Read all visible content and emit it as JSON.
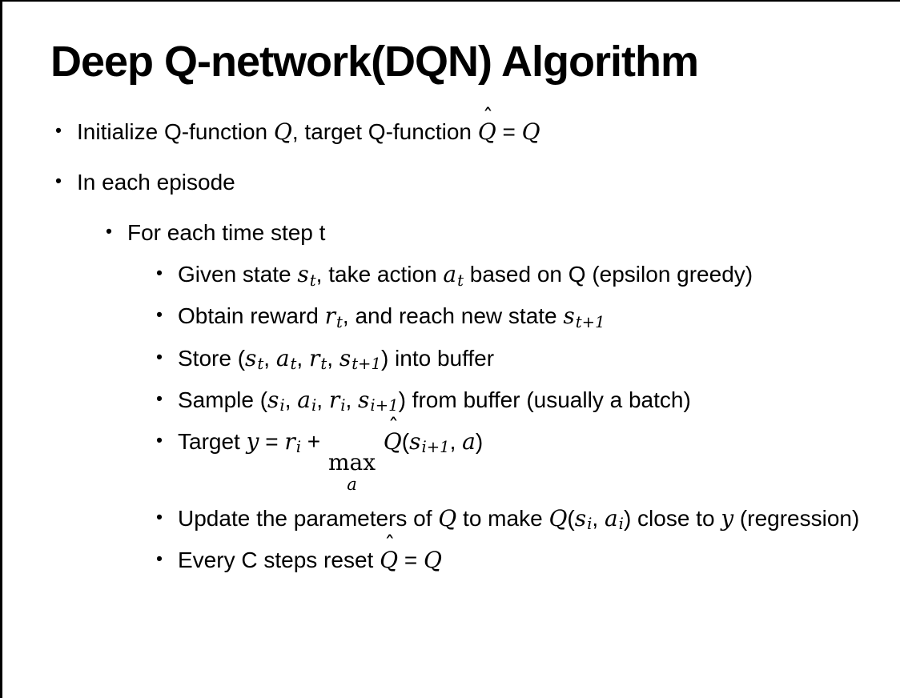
{
  "slide": {
    "title": "Deep Q-network(DQN) Algorithm",
    "bullets": [
      {
        "level": 1,
        "segments": [
          {
            "t": "txt",
            "v": "Initialize Q-function "
          },
          {
            "t": "m",
            "v": "Q"
          },
          {
            "t": "txt",
            "v": ", target Q-function "
          },
          {
            "t": "mhat",
            "v": "Q"
          },
          {
            "t": "txt",
            "v": " = "
          },
          {
            "t": "m",
            "v": "Q"
          }
        ]
      },
      {
        "level": 1,
        "segments": [
          {
            "t": "txt",
            "v": "In each episode"
          }
        ]
      },
      {
        "level": 2,
        "segments": [
          {
            "t": "txt",
            "v": "For each time step t"
          }
        ]
      },
      {
        "level": 3,
        "segments": [
          {
            "t": "txt",
            "v": "Given state "
          },
          {
            "t": "msub",
            "b": "s",
            "s": "t"
          },
          {
            "t": "txt",
            "v": ", take action "
          },
          {
            "t": "msub",
            "b": "a",
            "s": "t"
          },
          {
            "t": "txt",
            "v": " based on Q (epsilon greedy)"
          }
        ]
      },
      {
        "level": 3,
        "segments": [
          {
            "t": "txt",
            "v": "Obtain reward "
          },
          {
            "t": "msub",
            "b": "r",
            "s": "t"
          },
          {
            "t": "txt",
            "v": ", and reach new state "
          },
          {
            "t": "msub",
            "b": "s",
            "s": "t+1"
          }
        ]
      },
      {
        "level": 3,
        "segments": [
          {
            "t": "txt",
            "v": "Store ("
          },
          {
            "t": "msub",
            "b": "s",
            "s": "t"
          },
          {
            "t": "txt",
            "v": ", "
          },
          {
            "t": "msub",
            "b": "a",
            "s": "t"
          },
          {
            "t": "txt",
            "v": ", "
          },
          {
            "t": "msub",
            "b": "r",
            "s": "t"
          },
          {
            "t": "txt",
            "v": ", "
          },
          {
            "t": "msub",
            "b": "s",
            "s": "t+1"
          },
          {
            "t": "txt",
            "v": ") into buffer"
          }
        ]
      },
      {
        "level": 3,
        "segments": [
          {
            "t": "txt",
            "v": "Sample ("
          },
          {
            "t": "msub",
            "b": "s",
            "s": "i"
          },
          {
            "t": "txt",
            "v": ", "
          },
          {
            "t": "msub",
            "b": "a",
            "s": "i"
          },
          {
            "t": "txt",
            "v": ", "
          },
          {
            "t": "msub",
            "b": "r",
            "s": "i"
          },
          {
            "t": "txt",
            "v": ", "
          },
          {
            "t": "msub",
            "b": "s",
            "s": "i+1"
          },
          {
            "t": "txt",
            "v": ") from buffer (usually a batch)"
          }
        ]
      },
      {
        "level": 3,
        "segments": [
          {
            "t": "txt",
            "v": "Target "
          },
          {
            "t": "m",
            "v": "y"
          },
          {
            "t": "txt",
            "v": " = "
          },
          {
            "t": "msub",
            "b": "r",
            "s": "i"
          },
          {
            "t": "txt",
            "v": " + "
          },
          {
            "t": "munder",
            "b": "max",
            "u": "a"
          },
          {
            "t": "txt",
            "v": " "
          },
          {
            "t": "mhat",
            "v": "Q"
          },
          {
            "t": "txt",
            "v": "("
          },
          {
            "t": "msub",
            "b": "s",
            "s": "i+1"
          },
          {
            "t": "txt",
            "v": ", "
          },
          {
            "t": "m",
            "v": "a"
          },
          {
            "t": "txt",
            "v": ")"
          }
        ]
      },
      {
        "level": 3,
        "segments": [
          {
            "t": "txt",
            "v": "Update the parameters of "
          },
          {
            "t": "m",
            "v": "Q"
          },
          {
            "t": "txt",
            "v": " to make "
          },
          {
            "t": "m",
            "v": "Q"
          },
          {
            "t": "txt",
            "v": "("
          },
          {
            "t": "msub",
            "b": "s",
            "s": "i"
          },
          {
            "t": "txt",
            "v": ", "
          },
          {
            "t": "msub",
            "b": "a",
            "s": "i"
          },
          {
            "t": "txt",
            "v": ") close to "
          },
          {
            "t": "m",
            "v": "y"
          },
          {
            "t": "txt",
            "v": " (regression)"
          }
        ]
      },
      {
        "level": 3,
        "segments": [
          {
            "t": "txt",
            "v": "Every C steps reset "
          },
          {
            "t": "mhat",
            "v": "Q"
          },
          {
            "t": "txt",
            "v": " = "
          },
          {
            "t": "m",
            "v": "Q"
          }
        ]
      }
    ]
  },
  "colors": {
    "text": "#000000",
    "background": "#ffffff",
    "border": "#000000"
  }
}
